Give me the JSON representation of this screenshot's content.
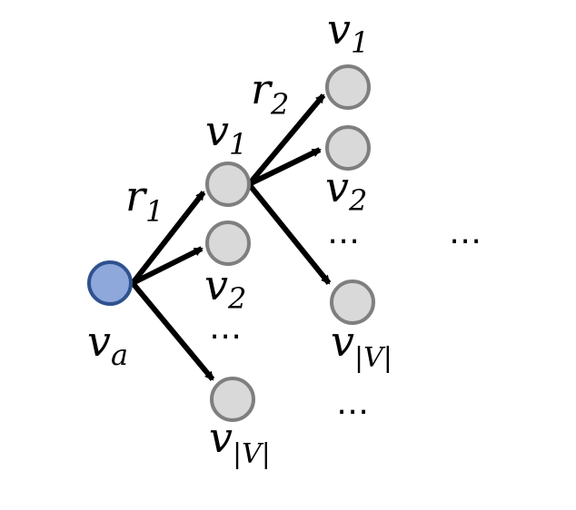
{
  "diagram": {
    "colors": {
      "root_fill": "#8FA8DC",
      "root_stroke": "#2F528F",
      "node_fill": "#D9D9D9",
      "node_stroke": "#7F7F7F",
      "edge": "#000000"
    },
    "root": {
      "base": "v",
      "sub": "a"
    },
    "level1": {
      "relation": {
        "base": "r",
        "sub": "1"
      },
      "nodes": [
        {
          "base": "v",
          "sub": "1"
        },
        {
          "base": "v",
          "sub": "2"
        },
        {
          "base": "v",
          "sub": "|V|"
        }
      ],
      "ellipsis": "⋯"
    },
    "level2": {
      "relation": {
        "base": "r",
        "sub": "2"
      },
      "nodes": [
        {
          "base": "v",
          "sub": "1"
        },
        {
          "base": "v",
          "sub": "2"
        },
        {
          "base": "v",
          "sub": "|V|"
        }
      ],
      "ellipsis_inner": "⋯",
      "ellipsis_right": "⋯",
      "ellipsis_bottom": "⋯"
    }
  }
}
